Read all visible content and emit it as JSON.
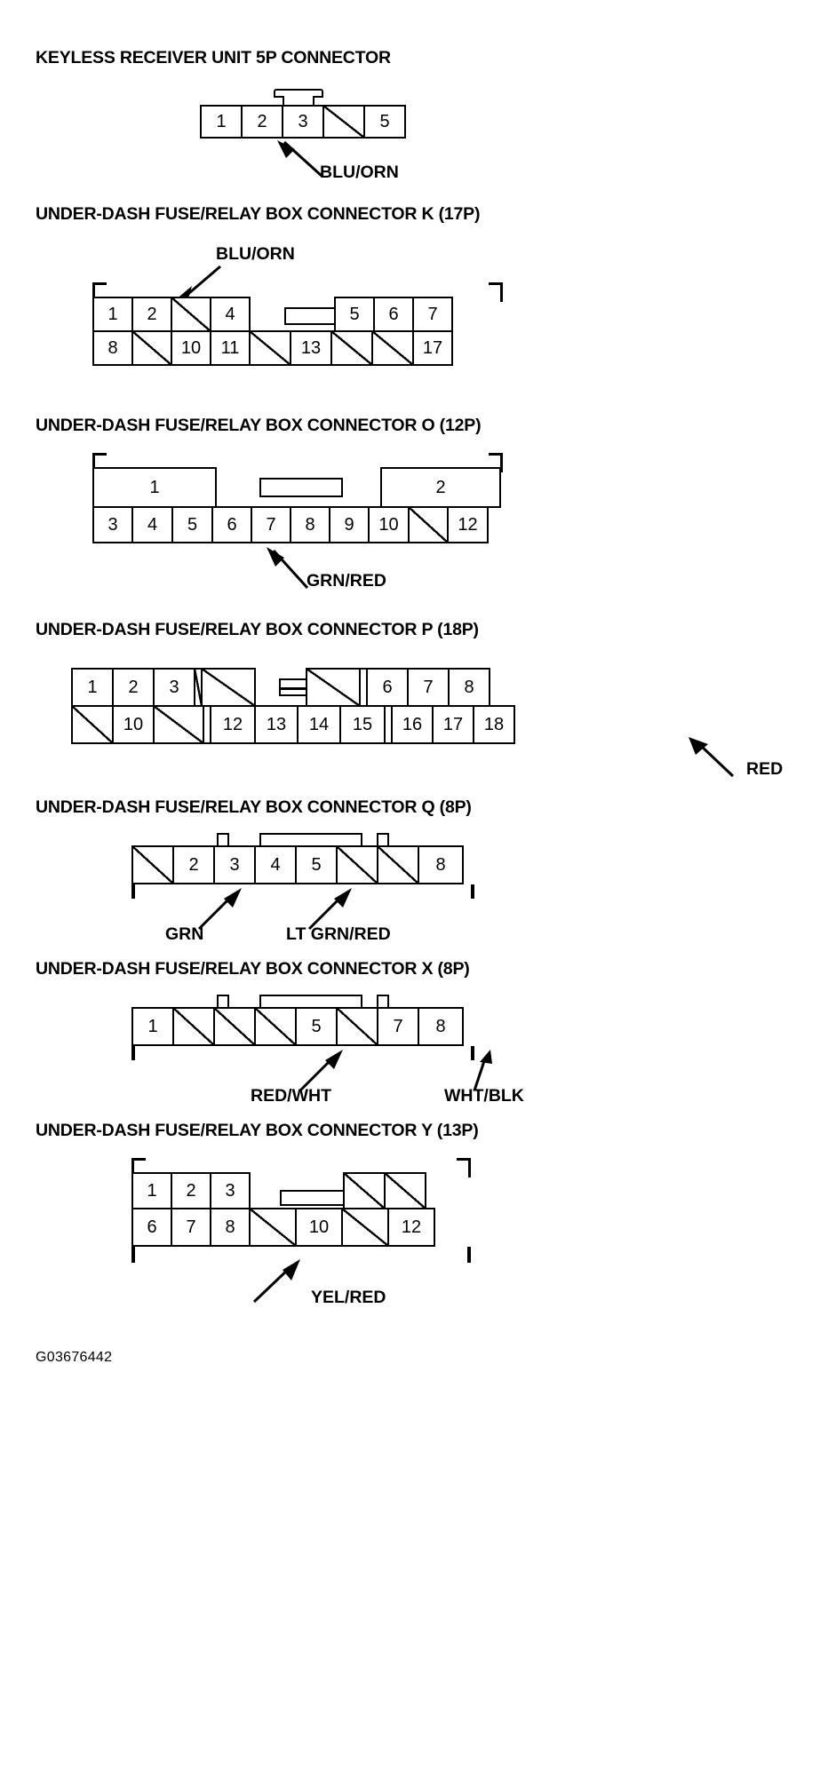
{
  "document": {
    "figure_code": "G03676442"
  },
  "connectors": [
    {
      "id": "keyless-receiver-5p",
      "title": "KEYLESS RECEIVER UNIT 5P CONNECTOR",
      "pin_count": "5P",
      "rows": [
        [
          "1",
          "2",
          "3",
          "",
          "5"
        ]
      ],
      "wire_labels": [
        {
          "text": "BLU/ORN",
          "points_to_pin": "2"
        }
      ]
    },
    {
      "id": "under-dash-fuse-relay-box-k-17p",
      "title": "UNDER-DASH FUSE/RELAY BOX CONNECTOR K (17P)",
      "pin_count": "17P",
      "rows": [
        [
          "1",
          "2",
          "",
          "4",
          "GAP",
          "5",
          "6",
          "7"
        ],
        [
          "8",
          "",
          "10",
          "11",
          "",
          "13",
          "",
          "",
          "17"
        ]
      ],
      "wire_labels": [
        {
          "text": "BLU/ORN",
          "points_to_pin": "2"
        }
      ]
    },
    {
      "id": "under-dash-fuse-relay-box-o-12p",
      "title": "UNDER-DASH FUSE/RELAY BOX CONNECTOR O (12P)",
      "pin_count": "12P",
      "rows": [
        [
          "1",
          "GAP",
          "2"
        ],
        [
          "3",
          "4",
          "5",
          "6",
          "7",
          "8",
          "9",
          "10",
          "",
          "12"
        ]
      ],
      "wire_labels": [
        {
          "text": "GRN/RED",
          "points_to_pin": "7"
        }
      ]
    },
    {
      "id": "under-dash-fuse-relay-box-p-18p",
      "title": "UNDER-DASH FUSE/RELAY BOX CONNECTOR P (18P)",
      "pin_count": "18P",
      "rows": [
        [
          "1",
          "2",
          "3",
          "",
          "",
          "GAP",
          "",
          "6",
          "7",
          "8"
        ],
        [
          "",
          "10",
          "",
          "12",
          "13",
          "14",
          "15",
          "16",
          "17",
          "18"
        ]
      ],
      "wire_labels": [
        {
          "text": "RED",
          "points_to_pin": "18"
        }
      ]
    },
    {
      "id": "under-dash-fuse-relay-box-q-8p",
      "title": "UNDER-DASH FUSE/RELAY BOX CONNECTOR Q (8P)",
      "pin_count": "8P",
      "rows": [
        [
          "",
          "2",
          "3",
          "4",
          "5",
          "",
          "",
          "8"
        ]
      ],
      "wire_labels": [
        {
          "text": "GRN",
          "points_to_pin": "3"
        },
        {
          "text": "LT GRN/RED",
          "points_to_pin": "4"
        }
      ]
    },
    {
      "id": "under-dash-fuse-relay-box-x-8p",
      "title": "UNDER-DASH FUSE/RELAY BOX CONNECTOR X (8P)",
      "pin_count": "8P",
      "rows": [
        [
          "1",
          "",
          "",
          "",
          "5",
          "",
          "7",
          "8"
        ]
      ],
      "wire_labels": [
        {
          "text": "RED/WHT",
          "points_to_pin": "5"
        },
        {
          "text": "WHT/BLK",
          "points_to_pin": "8"
        }
      ]
    },
    {
      "id": "under-dash-fuse-relay-box-y-13p",
      "title": "UNDER-DASH FUSE/RELAY BOX CONNECTOR Y (13P)",
      "pin_count": "13P",
      "rows": [
        [
          "1",
          "2",
          "3",
          "GAP",
          "",
          ""
        ],
        [
          "6",
          "7",
          "8",
          "",
          "10",
          "",
          "12"
        ]
      ],
      "wire_labels": [
        {
          "text": "YEL/RED",
          "points_to_pin": "8"
        }
      ]
    }
  ]
}
